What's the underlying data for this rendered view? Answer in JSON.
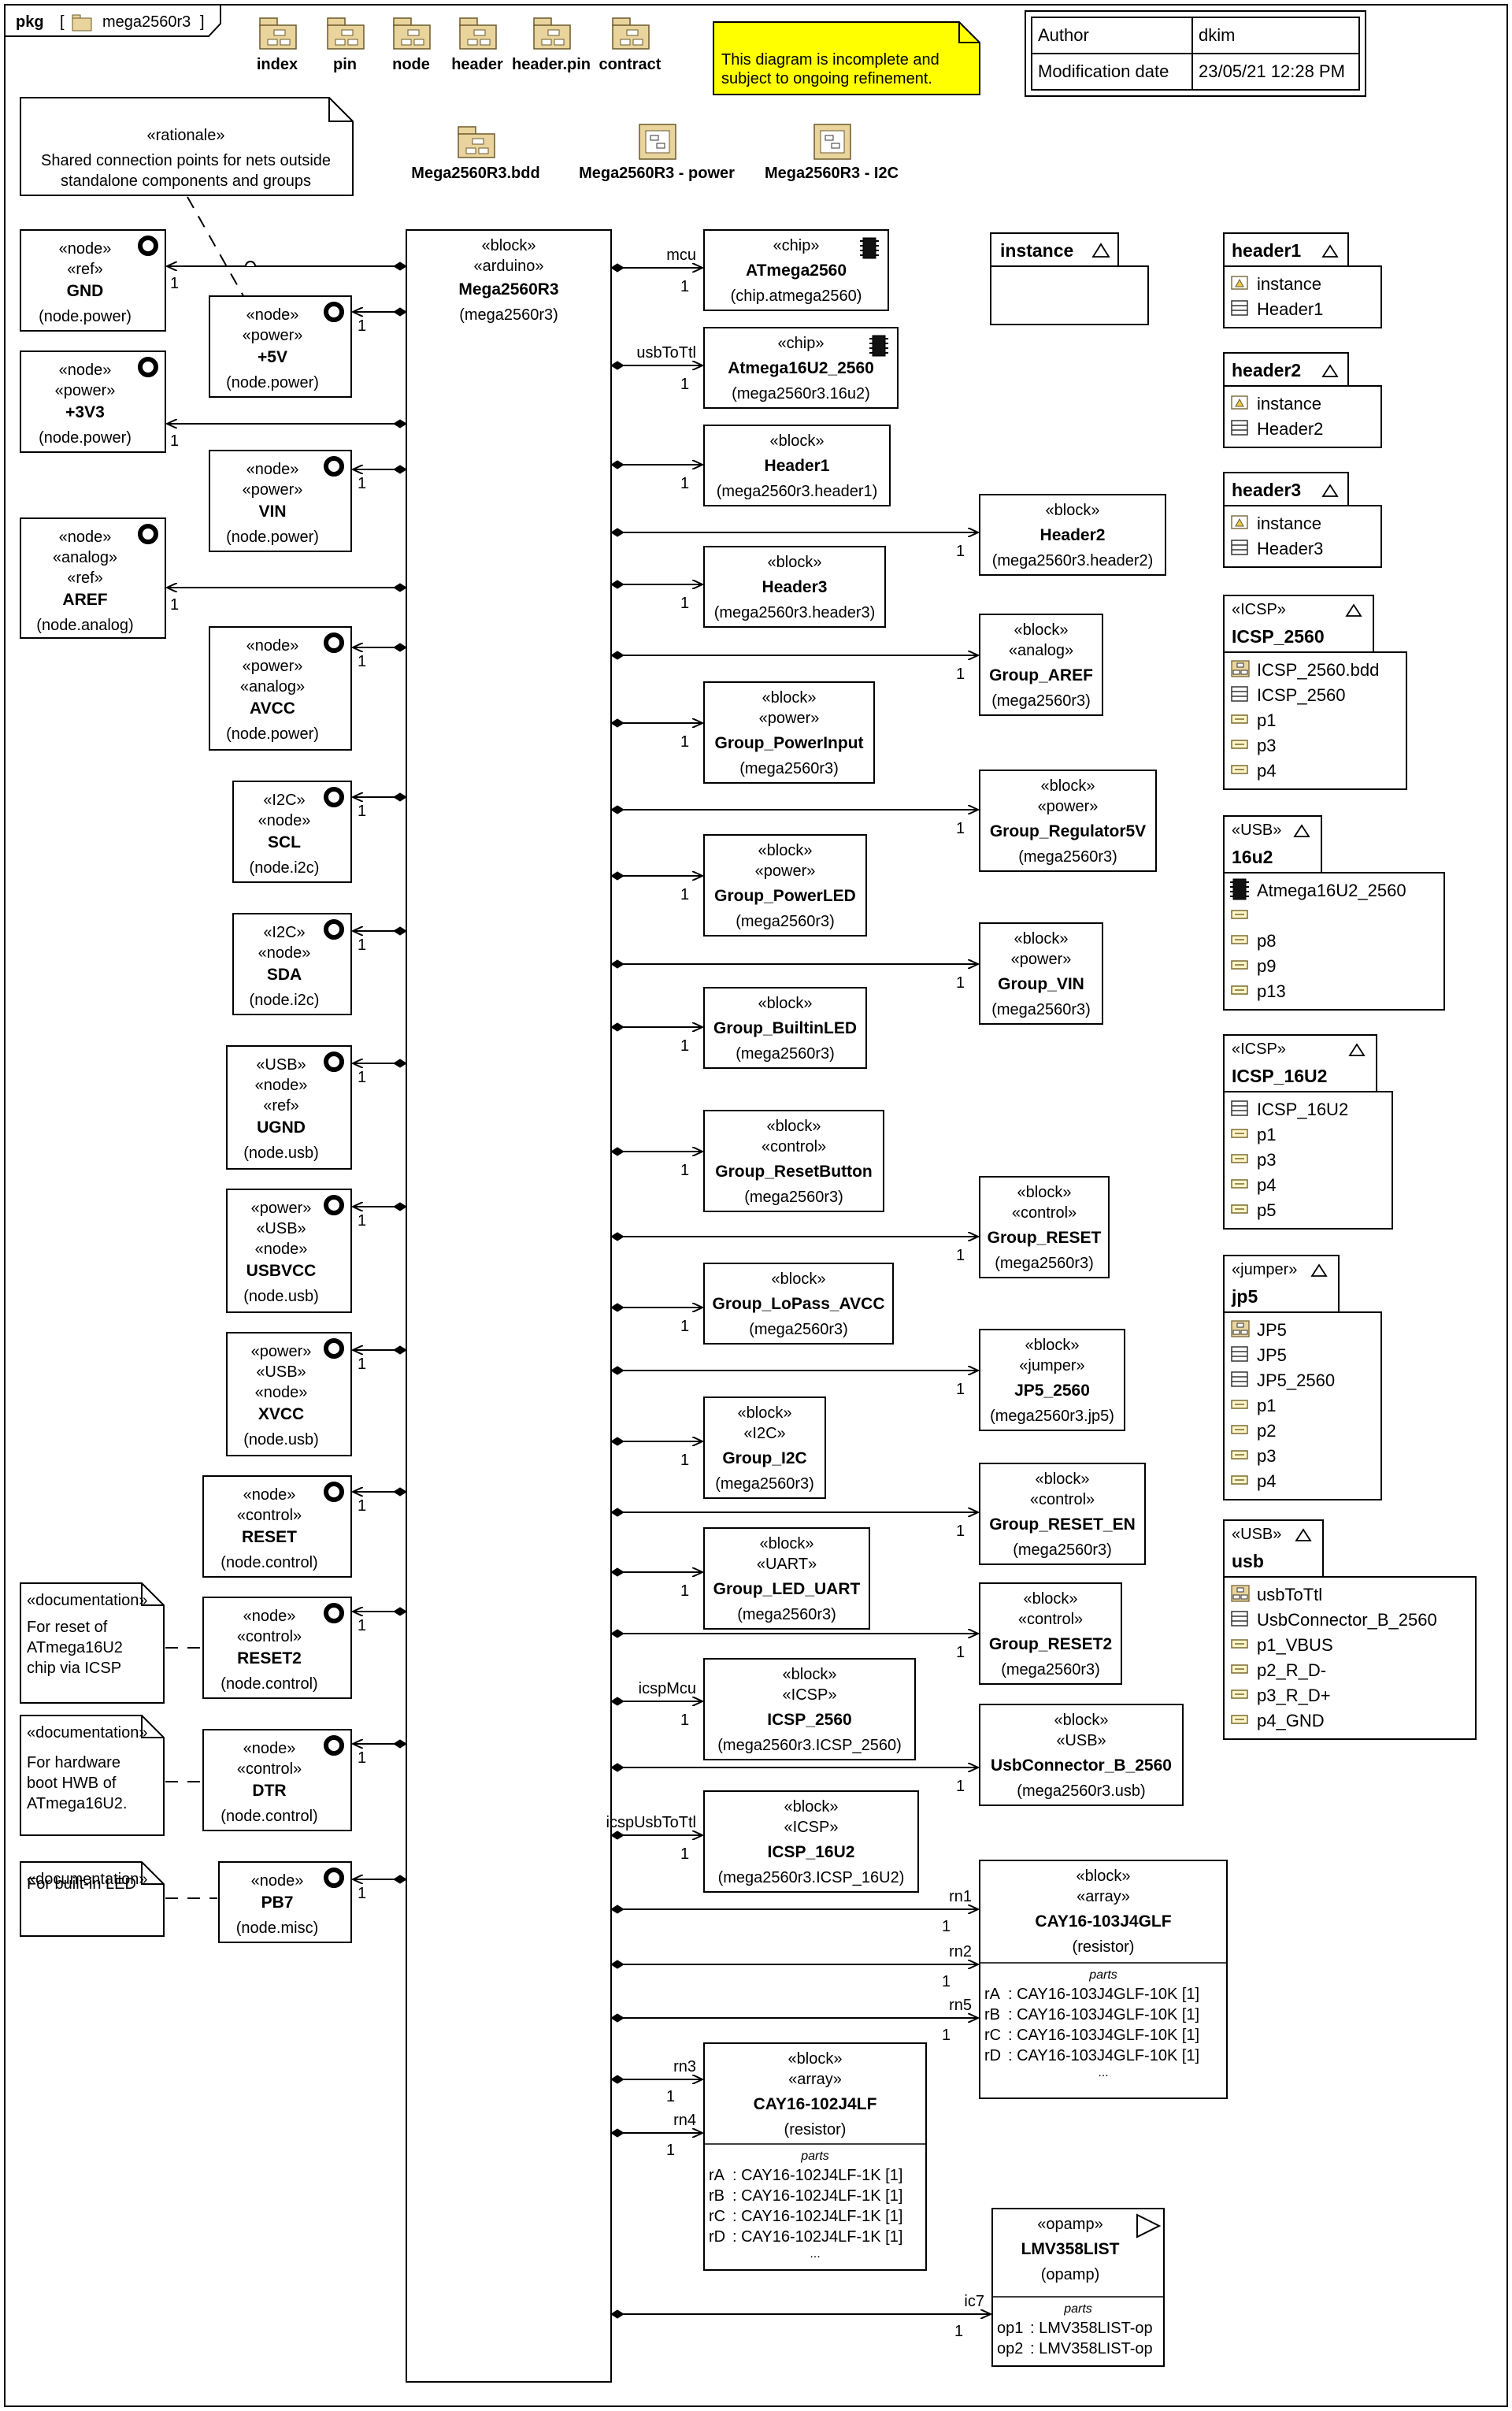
{
  "header": {
    "kind": "pkg",
    "name": "mega2560r3",
    "packages": [
      "index",
      "pin",
      "node",
      "header",
      "header.pin",
      "contract"
    ],
    "diagram_links": [
      "Mega2560R3.bdd",
      "Mega2560R3 - power",
      "Mega2560R3 - I2C"
    ],
    "warning": [
      "This diagram is incomplete and",
      "subject to ongoing refinement."
    ],
    "info": {
      "author_label": "Author",
      "author": "dkim",
      "date_label": "Modification date",
      "date": "23/05/21 12:28 PM"
    }
  },
  "rationale": {
    "stereotype": "«rationale»",
    "lines": [
      "Shared connection points for nets outside",
      "standalone components and groups"
    ]
  },
  "main_block": {
    "stereotypes": [
      "«block»",
      "«arduino»"
    ],
    "name": "Mega2560R3",
    "type": "(mega2560r3)"
  },
  "nodes": [
    {
      "stereotypes": [
        "«node»",
        "«ref»"
      ],
      "name": "GND",
      "type": "(node.power)"
    },
    {
      "stereotypes": [
        "«node»",
        "«power»"
      ],
      "name": "+5V",
      "type": "(node.power)"
    },
    {
      "stereotypes": [
        "«node»",
        "«power»"
      ],
      "name": "+3V3",
      "type": "(node.power)"
    },
    {
      "stereotypes": [
        "«node»",
        "«power»"
      ],
      "name": "VIN",
      "type": "(node.power)"
    },
    {
      "stereotypes": [
        "«node»",
        "«analog»",
        "«ref»"
      ],
      "name": "AREF",
      "type": "(node.analog)"
    },
    {
      "stereotypes": [
        "«node»",
        "«power»",
        "«analog»"
      ],
      "name": "AVCC",
      "type": "(node.power)"
    },
    {
      "stereotypes": [
        "«I2C»",
        "«node»"
      ],
      "name": "SCL",
      "type": "(node.i2c)"
    },
    {
      "stereotypes": [
        "«I2C»",
        "«node»"
      ],
      "name": "SDA",
      "type": "(node.i2c)"
    },
    {
      "stereotypes": [
        "«USB»",
        "«node»",
        "«ref»"
      ],
      "name": "UGND",
      "type": "(node.usb)"
    },
    {
      "stereotypes": [
        "«power»",
        "«USB»",
        "«node»"
      ],
      "name": "USBVCC",
      "type": "(node.usb)"
    },
    {
      "stereotypes": [
        "«power»",
        "«USB»",
        "«node»"
      ],
      "name": "XVCC",
      "type": "(node.usb)"
    },
    {
      "stereotypes": [
        "«node»",
        "«control»"
      ],
      "name": "RESET",
      "type": "(node.control)"
    },
    {
      "stereotypes": [
        "«node»",
        "«control»"
      ],
      "name": "RESET2",
      "type": "(node.control)"
    },
    {
      "stereotypes": [
        "«node»",
        "«control»"
      ],
      "name": "DTR",
      "type": "(node.control)"
    },
    {
      "stereotypes": [
        "«node»"
      ],
      "name": "PB7",
      "type": "(node.misc)"
    }
  ],
  "docs": [
    {
      "stereotype": "«documentation»",
      "lines": [
        "For reset of",
        "ATmega16U2",
        "chip via ICSP"
      ]
    },
    {
      "stereotype": "«documentation»",
      "lines": [
        "For hardware",
        "boot HWB of",
        "ATmega16U2."
      ]
    },
    {
      "stereotype": "«documentation»",
      "lines": [
        "For built-in LED"
      ]
    }
  ],
  "parts": [
    {
      "stereotypes": [
        "«chip»"
      ],
      "name": "ATmega2560",
      "type": "(chip.atmega2560)",
      "role": "mcu"
    },
    {
      "stereotypes": [
        "«chip»"
      ],
      "name": "Atmega16U2_2560",
      "type": "(mega2560r3.16u2)",
      "role": "usbToTtl"
    },
    {
      "stereotypes": [
        "«block»"
      ],
      "name": "Header1",
      "type": "(mega2560r3.header1)",
      "role": ""
    },
    {
      "stereotypes": [
        "«block»"
      ],
      "name": "Header2",
      "type": "(mega2560r3.header2)",
      "role": ""
    },
    {
      "stereotypes": [
        "«block»"
      ],
      "name": "Header3",
      "type": "(mega2560r3.header3)",
      "role": ""
    },
    {
      "stereotypes": [
        "«block»",
        "«analog»"
      ],
      "name": "Group_AREF",
      "type": "(mega2560r3)",
      "role": ""
    },
    {
      "stereotypes": [
        "«block»",
        "«power»"
      ],
      "name": "Group_PowerInput",
      "type": "(mega2560r3)",
      "role": ""
    },
    {
      "stereotypes": [
        "«block»",
        "«power»"
      ],
      "name": "Group_Regulator5V",
      "type": "(mega2560r3)",
      "role": ""
    },
    {
      "stereotypes": [
        "«block»",
        "«power»"
      ],
      "name": "Group_PowerLED",
      "type": "(mega2560r3)",
      "role": ""
    },
    {
      "stereotypes": [
        "«block»",
        "«power»"
      ],
      "name": "Group_VIN",
      "type": "(mega2560r3)",
      "role": ""
    },
    {
      "stereotypes": [
        "«block»"
      ],
      "name": "Group_BuiltinLED",
      "type": "(mega2560r3)",
      "role": ""
    },
    {
      "stereotypes": [
        "«block»",
        "«control»"
      ],
      "name": "Group_ResetButton",
      "type": "(mega2560r3)",
      "role": ""
    },
    {
      "stereotypes": [
        "«block»",
        "«control»"
      ],
      "name": "Group_RESET",
      "type": "(mega2560r3)",
      "role": ""
    },
    {
      "stereotypes": [
        "«block»"
      ],
      "name": "Group_LoPass_AVCC",
      "type": "(mega2560r3)",
      "role": ""
    },
    {
      "stereotypes": [
        "«block»",
        "«jumper»"
      ],
      "name": "JP5_2560",
      "type": "(mega2560r3.jp5)",
      "role": ""
    },
    {
      "stereotypes": [
        "«block»",
        "«I2C»"
      ],
      "name": "Group_I2C",
      "type": "(mega2560r3)",
      "role": ""
    },
    {
      "stereotypes": [
        "«block»",
        "«control»"
      ],
      "name": "Group_RESET_EN",
      "type": "(mega2560r3)",
      "role": ""
    },
    {
      "stereotypes": [
        "«block»",
        "«UART»"
      ],
      "name": "Group_LED_UART",
      "type": "(mega2560r3)",
      "role": ""
    },
    {
      "stereotypes": [
        "«block»",
        "«control»"
      ],
      "name": "Group_RESET2",
      "type": "(mega2560r3)",
      "role": ""
    },
    {
      "stereotypes": [
        "«block»",
        "«ICSP»"
      ],
      "name": "ICSP_2560",
      "type": "(mega2560r3.ICSP_2560)",
      "role": "icspMcu"
    },
    {
      "stereotypes": [
        "«block»",
        "«USB»"
      ],
      "name": "UsbConnector_B_2560",
      "type": "(mega2560r3.usb)",
      "role": ""
    },
    {
      "stereotypes": [
        "«block»",
        "«ICSP»"
      ],
      "name": "ICSP_16U2",
      "type": "(mega2560r3.ICSP_16U2)",
      "role": "icspUsbToTtl"
    }
  ],
  "multiplicity": "1",
  "parts_label": "parts",
  "ellipsis": "...",
  "arrays": [
    {
      "stereotypes": [
        "«block»",
        "«array»"
      ],
      "name": "CAY16-103J4GLF",
      "type": "(resistor)",
      "roles": [
        "rn1",
        "rn2",
        "rn5"
      ],
      "parts": [
        {
          "n": "rA",
          "t": ": CAY16-103J4GLF-10K [1]"
        },
        {
          "n": "rB",
          "t": ": CAY16-103J4GLF-10K [1]"
        },
        {
          "n": "rC",
          "t": ": CAY16-103J4GLF-10K [1]"
        },
        {
          "n": "rD",
          "t": ": CAY16-103J4GLF-10K [1]"
        }
      ]
    },
    {
      "stereotypes": [
        "«block»",
        "«array»"
      ],
      "name": "CAY16-102J4LF",
      "type": "(resistor)",
      "roles": [
        "rn3",
        "rn4"
      ],
      "parts": [
        {
          "n": "rA",
          "t": ": CAY16-102J4LF-1K [1]"
        },
        {
          "n": "rB",
          "t": ": CAY16-102J4LF-1K [1]"
        },
        {
          "n": "rC",
          "t": ": CAY16-102J4LF-1K [1]"
        },
        {
          "n": "rD",
          "t": ": CAY16-102J4LF-1K [1]"
        }
      ]
    },
    {
      "stereotypes": [
        "«opamp»"
      ],
      "name": "LMV358LIST",
      "type": "(opamp)",
      "roles": [
        "ic7"
      ],
      "parts": [
        {
          "n": "op1",
          "t": ": LMV358LIST-op"
        },
        {
          "n": "op2",
          "t": ": LMV358LIST-op"
        }
      ]
    }
  ],
  "instance_box": {
    "title": "instance"
  },
  "side_boxes": [
    {
      "stereo": "",
      "title": "header1",
      "items": [
        {
          "icon": "instance",
          "text": "instance"
        },
        {
          "icon": "block",
          "text": "Header1"
        }
      ]
    },
    {
      "stereo": "",
      "title": "header2",
      "items": [
        {
          "icon": "instance",
          "text": "instance"
        },
        {
          "icon": "block",
          "text": "Header2"
        }
      ]
    },
    {
      "stereo": "",
      "title": "header3",
      "items": [
        {
          "icon": "instance",
          "text": "instance"
        },
        {
          "icon": "block",
          "text": "Header3"
        }
      ]
    },
    {
      "stereo": "«ICSP»",
      "title": "ICSP_2560",
      "items": [
        {
          "icon": "diagram",
          "text": "ICSP_2560.bdd"
        },
        {
          "icon": "block",
          "text": "ICSP_2560"
        },
        {
          "icon": "port",
          "text": "p1"
        },
        {
          "icon": "port",
          "text": "p3"
        },
        {
          "icon": "port",
          "text": "p4"
        }
      ]
    },
    {
      "stereo": "«USB»",
      "title": "16u2",
      "items": [
        {
          "icon": "chip",
          "text": "Atmega16U2_2560"
        },
        {
          "icon": "port",
          "text": ""
        },
        {
          "icon": "port",
          "text": "p8"
        },
        {
          "icon": "port",
          "text": "p9"
        },
        {
          "icon": "port",
          "text": "p13"
        }
      ]
    },
    {
      "stereo": "«ICSP»",
      "title": "ICSP_16U2",
      "items": [
        {
          "icon": "block",
          "text": "ICSP_16U2"
        },
        {
          "icon": "port",
          "text": "p1"
        },
        {
          "icon": "port",
          "text": "p3"
        },
        {
          "icon": "port",
          "text": "p4"
        },
        {
          "icon": "port",
          "text": "p5"
        }
      ]
    },
    {
      "stereo": "«jumper»",
      "title": "jp5",
      "items": [
        {
          "icon": "diagram",
          "text": "JP5"
        },
        {
          "icon": "block",
          "text": "JP5"
        },
        {
          "icon": "block",
          "text": "JP5_2560"
        },
        {
          "icon": "port",
          "text": "p1"
        },
        {
          "icon": "port",
          "text": "p2"
        },
        {
          "icon": "port",
          "text": "p3"
        },
        {
          "icon": "port",
          "text": "p4"
        }
      ]
    },
    {
      "stereo": "«USB»",
      "title": "usb",
      "items": [
        {
          "icon": "diagram",
          "text": "usbToTtl"
        },
        {
          "icon": "block",
          "text": "UsbConnector_B_2560"
        },
        {
          "icon": "port",
          "text": "p1_VBUS"
        },
        {
          "icon": "port",
          "text": "p2_R_D-"
        },
        {
          "icon": "port",
          "text": "p3_R_D+"
        },
        {
          "icon": "port",
          "text": "p4_GND"
        }
      ]
    }
  ]
}
